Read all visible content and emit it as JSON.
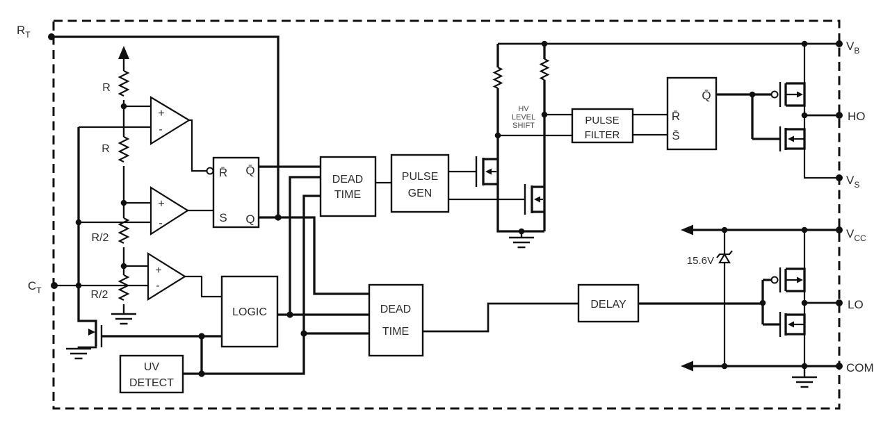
{
  "pins": {
    "rt": {
      "label": "R",
      "sub": "T"
    },
    "ct": {
      "label": "C",
      "sub": "T"
    },
    "vb": {
      "label": "V",
      "sub": "B"
    },
    "ho": {
      "label": "HO",
      "sub": ""
    },
    "vs": {
      "label": "V",
      "sub": "S"
    },
    "vcc": {
      "label": "V",
      "sub": "CC"
    },
    "lo": {
      "label": "LO",
      "sub": ""
    },
    "com": {
      "label": "COM",
      "sub": ""
    }
  },
  "blocks": {
    "dead_time_1": {
      "line1": "DEAD",
      "line2": "TIME"
    },
    "pulse_gen": {
      "line1": "PULSE",
      "line2": "GEN"
    },
    "pulse_filter": {
      "line1": "PULSE",
      "line2": "FILTER"
    },
    "logic": {
      "label": "LOGIC"
    },
    "uv_detect": {
      "line1": "UV",
      "line2": "DETECT"
    },
    "dead_time_2": {
      "line1": "DEAD",
      "line2": "TIME"
    },
    "delay": {
      "label": "DELAY"
    }
  },
  "latch1": {
    "r": "R̄",
    "q_bar": "Q̄",
    "s": "S",
    "q": "Q"
  },
  "latch2": {
    "q_bar": "Q̄",
    "r": "R̄",
    "s": "S̄"
  },
  "comparator": {
    "plus": "+",
    "minus": "-"
  },
  "resistors": {
    "r1": "R",
    "r2": "R",
    "r3": "R/2",
    "r4": "R/2"
  },
  "annotations": {
    "hv1": "HV",
    "hv2": "LEVEL",
    "hv3": "SHIFT",
    "zener": "15.6V"
  },
  "colors": {
    "line": "#101010",
    "background": "#ffffff"
  }
}
